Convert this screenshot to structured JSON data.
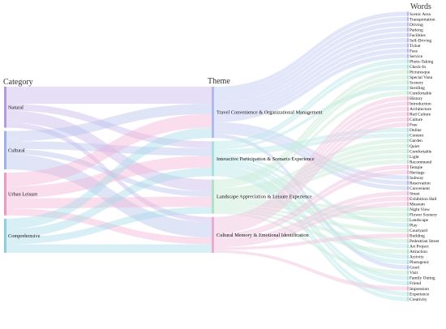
{
  "headers": {
    "category": "Category",
    "theme": "Theme",
    "words": "Words"
  },
  "categories": [
    {
      "name": "Natural",
      "color": "#c9b7ea",
      "bar": "#b49ae0"
    },
    {
      "name": "Cultural",
      "color": "#b8c4ee",
      "bar": "#9fb0e8"
    },
    {
      "name": "Urban Leisure",
      "color": "#f4b6d6",
      "bar": "#ee98c4"
    },
    {
      "name": "Comprehensive",
      "color": "#a9dbe9",
      "bar": "#8fcfe2"
    }
  ],
  "themes": [
    {
      "name": "Travel Convenience & Organizational Management",
      "color": "#c6cdf4",
      "bar": "#b2b9ee"
    },
    {
      "name": "Interactive Participation & Scenario Experience",
      "color": "#bdeaea",
      "bar": "#a6e0e0"
    },
    {
      "name": "Landscape Appreciation & Leisure Experience",
      "color": "#c9ecd9",
      "bar": "#afe2c6"
    },
    {
      "name": "Cultural Memory & Emotional Identification",
      "color": "#f1c6df",
      "bar": "#eaaccf"
    }
  ],
  "words": [
    "Scenic Area",
    "Transportation",
    "Driving",
    "Parking",
    "Facilities",
    "Self-Driving",
    "Ticket",
    "Fees",
    "Service",
    "Photo-Taking",
    "Check-In",
    "Picturesque",
    "Special Vista",
    "Scenery",
    "Strolling",
    "Comfortable",
    "History",
    "Introduction",
    "Architecture",
    "Red Culture",
    "Culture",
    "Free",
    "Online",
    "Content",
    "Garden",
    "Quiet",
    "Comfortable",
    "Light",
    "Recommend",
    "Temple",
    "Heritage",
    "Subway",
    "Reservation",
    "Convenient",
    "Street",
    "Exhibition Hall",
    "Museum",
    "Night View",
    "Flower Scenery",
    "Landscape",
    "Play",
    "Courtyard",
    "Building",
    "Pedestrian Street",
    "Art Project",
    "Attraction",
    "Activity",
    "Photogenic",
    "Good",
    "Visit",
    "Family Outing",
    "Friend",
    "Impression",
    "Experience",
    "Creativity"
  ],
  "links_category_theme": [
    {
      "source": 0,
      "target": 0,
      "value": 20
    },
    {
      "source": 0,
      "target": 1,
      "value": 8
    },
    {
      "source": 0,
      "target": 2,
      "value": 14
    },
    {
      "source": 0,
      "target": 3,
      "value": 6
    },
    {
      "source": 1,
      "target": 0,
      "value": 12
    },
    {
      "source": 1,
      "target": 1,
      "value": 9
    },
    {
      "source": 1,
      "target": 2,
      "value": 6
    },
    {
      "source": 1,
      "target": 3,
      "value": 18
    },
    {
      "source": 2,
      "target": 0,
      "value": 16
    },
    {
      "source": 2,
      "target": 1,
      "value": 14
    },
    {
      "source": 2,
      "target": 2,
      "value": 12
    },
    {
      "source": 2,
      "target": 3,
      "value": 8
    },
    {
      "source": 3,
      "target": 0,
      "value": 12
    },
    {
      "source": 3,
      "target": 1,
      "value": 10
    },
    {
      "source": 3,
      "target": 2,
      "value": 8
    },
    {
      "source": 3,
      "target": 3,
      "value": 10
    }
  ],
  "links_theme_word": [
    {
      "source": 0,
      "words": [
        0,
        1,
        2,
        3,
        4,
        5,
        6,
        7,
        8,
        31,
        32,
        33,
        48
      ]
    },
    {
      "source": 1,
      "words": [
        9,
        10,
        14,
        22,
        23,
        40,
        44,
        46,
        47,
        50,
        51,
        53,
        54
      ]
    },
    {
      "source": 2,
      "words": [
        11,
        12,
        13,
        15,
        24,
        25,
        26,
        27,
        28,
        37,
        38,
        39,
        41,
        43,
        45,
        49
      ]
    },
    {
      "source": 3,
      "words": [
        16,
        17,
        18,
        19,
        20,
        21,
        29,
        30,
        34,
        35,
        36,
        42,
        52
      ]
    }
  ]
}
